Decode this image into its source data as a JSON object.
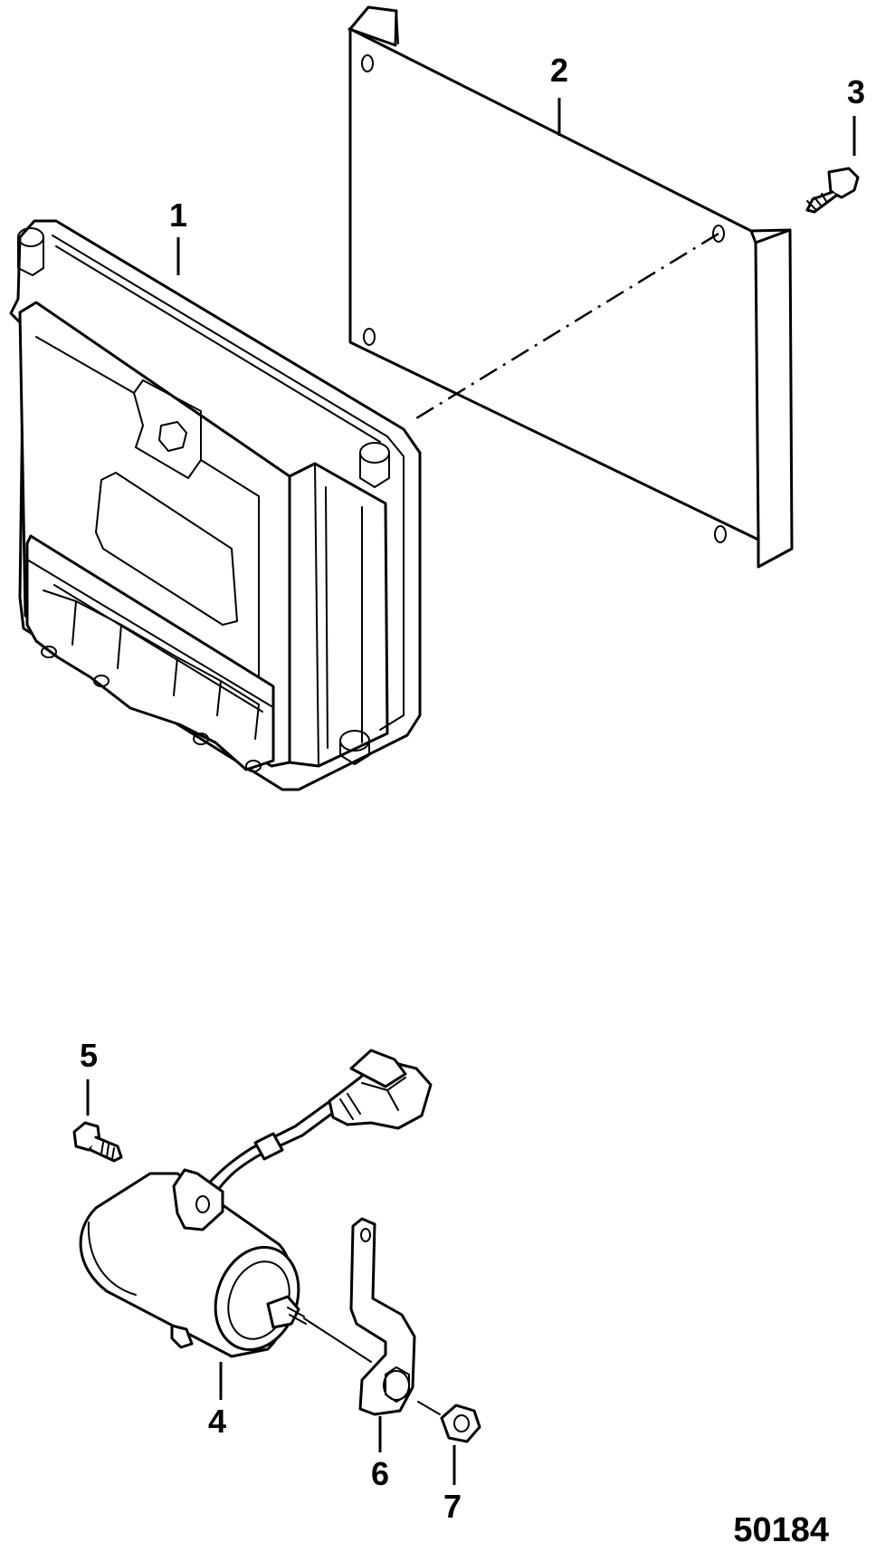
{
  "diagram": {
    "callouts": [
      {
        "id": "1",
        "label": "1"
      },
      {
        "id": "2",
        "label": "2"
      },
      {
        "id": "3",
        "label": "3"
      },
      {
        "id": "4",
        "label": "4"
      },
      {
        "id": "5",
        "label": "5"
      },
      {
        "id": "6",
        "label": "6"
      },
      {
        "id": "7",
        "label": "7"
      }
    ],
    "figure_number": "50184"
  }
}
